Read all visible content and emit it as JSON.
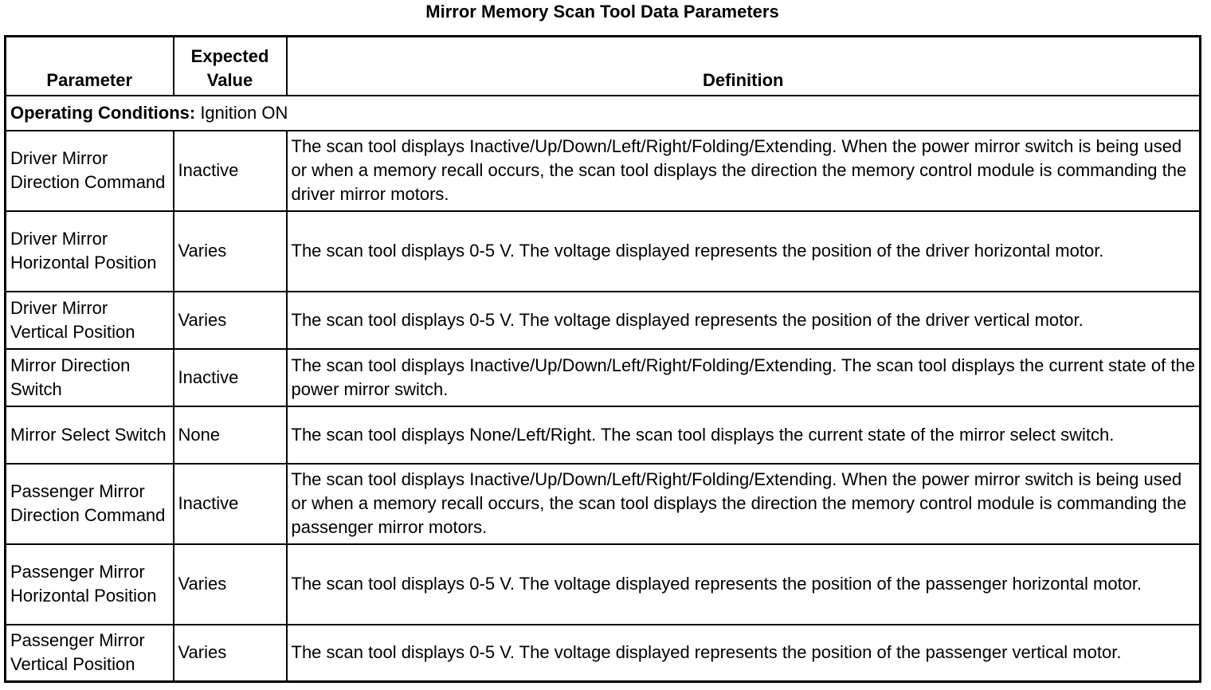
{
  "title": "Mirror Memory Scan Tool Data Parameters",
  "table": {
    "headers": [
      "Parameter",
      "Expected Value",
      "Definition"
    ],
    "condition": {
      "label": "Operating Conditions:",
      "value": " Ignition ON"
    },
    "rows": [
      {
        "parameter": "Driver Mirror Direction Command",
        "value": "Inactive",
        "definition": "The scan tool displays Inactive/Up/Down/Left/Right/Folding/Extending. When the power mirror switch is being used or when a memory recall occurs, the scan tool displays the direction the memory control module is commanding the driver mirror motors."
      },
      {
        "parameter": "Driver Mirror Horizontal Position",
        "value": "Varies",
        "definition": "The scan tool displays 0-5 V. The voltage displayed represents the position of the driver horizontal motor."
      },
      {
        "parameter": "Driver Mirror Vertical Position",
        "value": "Varies",
        "definition": "The scan tool displays 0-5 V. The voltage displayed represents the position of the driver vertical motor."
      },
      {
        "parameter": "Mirror Direction Switch",
        "value": "Inactive",
        "definition": "The scan tool displays Inactive/Up/Down/Left/Right/Folding/Extending. The scan tool displays the current state of the power mirror switch."
      },
      {
        "parameter": "Mirror Select Switch",
        "value": "None",
        "definition": "The scan tool displays None/Left/Right. The scan tool displays the current state of the mirror select switch."
      },
      {
        "parameter": "Passenger Mirror Direction Command",
        "value": "Inactive",
        "definition": "The scan tool displays Inactive/Up/Down/Left/Right/Folding/Extending. When the power mirror switch is being used or when a memory recall occurs, the scan tool displays the direction the memory control module is commanding the passenger mirror motors."
      },
      {
        "parameter": "Passenger Mirror Horizontal Position",
        "value": "Varies",
        "definition": "The scan tool displays 0-5 V. The voltage displayed represents the position of the passenger horizontal motor."
      },
      {
        "parameter": "Passenger Mirror Vertical Position",
        "value": "Varies",
        "definition": "The scan tool displays 0-5 V. The voltage displayed represents the position of the passenger vertical motor."
      }
    ]
  }
}
